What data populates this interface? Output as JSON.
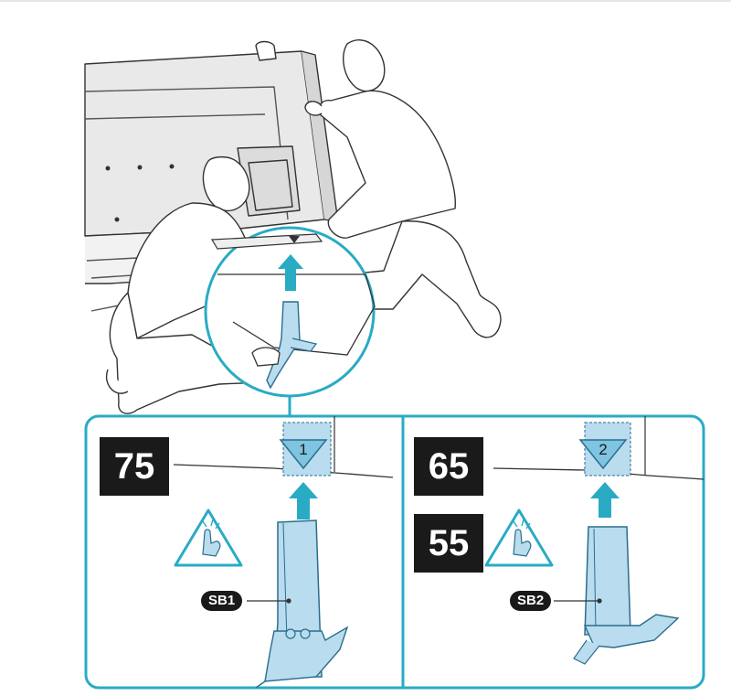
{
  "panel_left": {
    "size_label": "75",
    "part_label": "SB1",
    "step_number": "1"
  },
  "panel_right": {
    "size_labels": [
      "65",
      "55"
    ],
    "part_label": "SB2",
    "step_number": "2"
  },
  "colors": {
    "accent": "#29abc4",
    "stand_fill": "#b9dcef",
    "line": "#333333",
    "badge": "#1a1a1a"
  },
  "icons": [
    "caution-finger-icon"
  ]
}
